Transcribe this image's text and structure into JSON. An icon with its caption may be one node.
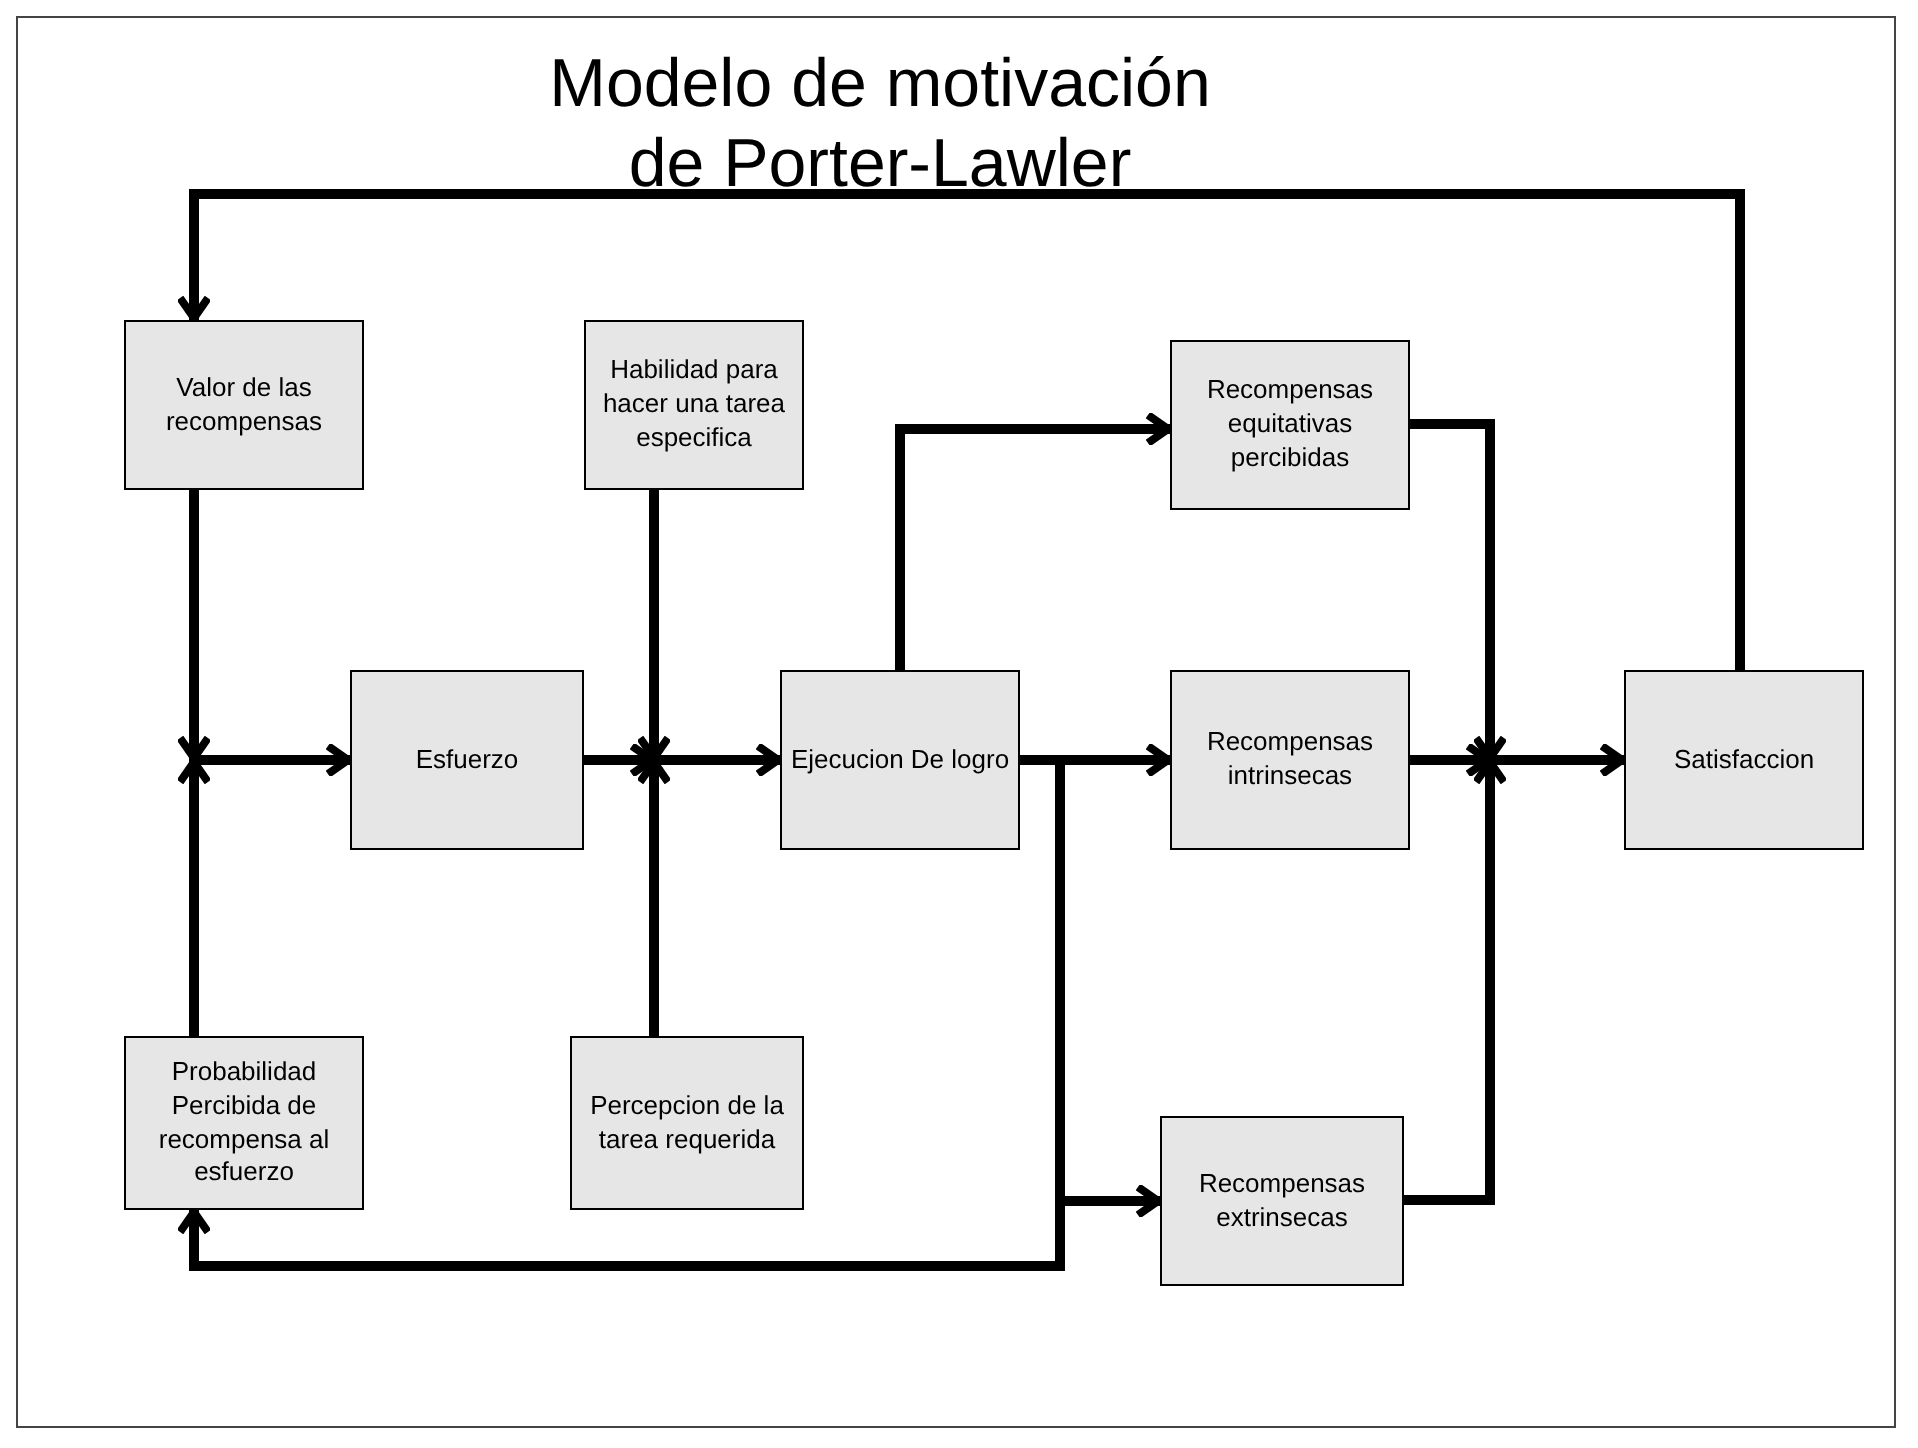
{
  "diagram": {
    "title": "Modelo de motivación de Porter-Lawler",
    "nodes": [
      {
        "text": [
          "Valor de las recompensas"
        ]
      },
      {
        "text": [
          "Habilidad para hacer una tarea especifica"
        ]
      },
      {
        "text": [
          "Recompensas equitativas percibidas"
        ]
      },
      {
        "text": [
          "Esfuerzo"
        ]
      },
      {
        "text": [
          "Ejecucion De logro"
        ]
      },
      {
        "text": [
          "Recompensas intrinsecas"
        ]
      },
      {
        "text": [
          "Satisfaccion"
        ]
      },
      {
        "text": [
          "Probabilidad Percibida de recompensa al esfuerzo"
        ]
      },
      {
        "text": [
          "Percepcion de  la tarea requerida"
        ]
      },
      {
        "text": [
          "Recompensas extrinsecas"
        ]
      }
    ],
    "edges": [
      {
        "from": 0,
        "to": 3,
        "arrow": "to"
      },
      {
        "from": 7,
        "to": 3,
        "arrow": "to"
      },
      {
        "from": 3,
        "to": 4,
        "arrow": "to"
      },
      {
        "from": 1,
        "to": 4,
        "arrow": "to"
      },
      {
        "from": 8,
        "to": 4,
        "arrow": "to"
      },
      {
        "from": 4,
        "to": 2,
        "arrow": "to"
      },
      {
        "from": 4,
        "to": 5,
        "arrow": "to"
      },
      {
        "from": 4,
        "to": 9,
        "arrow": "to"
      },
      {
        "from": 4,
        "to": 7,
        "arrow": "to"
      },
      {
        "from": 2,
        "to": 6,
        "arrow": "to"
      },
      {
        "from": 5,
        "to": 6,
        "arrow": "to"
      },
      {
        "from": 9,
        "to": 6,
        "arrow": "to"
      },
      {
        "from": 6,
        "to": 0,
        "arrow": "to"
      }
    ]
  }
}
